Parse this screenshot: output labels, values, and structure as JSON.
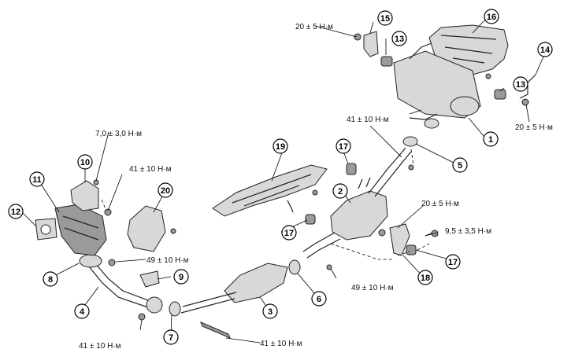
{
  "torque_labels": {
    "t_muffler_top": "20 ± 5 Н·м",
    "t_muffler_right": "20 ± 5 Н·м",
    "t_center_pipe_top": "41 ± 10 Н·м",
    "t_heat_shield_bolt": "7,0 ± 3,0 Н·м",
    "t_manifold_nut": "41 ± 10 Н·м",
    "t_front_pipe_bracket": "20 ± 5 Н·м",
    "t_sensor": "9,5 ± 3,5 Н·м",
    "t_flange_front": "49 ± 10 Н·м",
    "t_flange_rear": "49 ± 10 Н·м",
    "t_front_pipe_lower": "41 ± 10 Н·м",
    "t_cat_bolt": "41 ± 10 Н·м"
  },
  "callouts": [
    {
      "id": "c1",
      "label": "1"
    },
    {
      "id": "c2",
      "label": "2"
    },
    {
      "id": "c3",
      "label": "3"
    },
    {
      "id": "c4",
      "label": "4"
    },
    {
      "id": "c5",
      "label": "5"
    },
    {
      "id": "c6",
      "label": "6"
    },
    {
      "id": "c7",
      "label": "7"
    },
    {
      "id": "c8",
      "label": "8"
    },
    {
      "id": "c9",
      "label": "9"
    },
    {
      "id": "c10",
      "label": "10"
    },
    {
      "id": "c11",
      "label": "11"
    },
    {
      "id": "c12",
      "label": "12"
    },
    {
      "id": "c13a",
      "label": "13"
    },
    {
      "id": "c13b",
      "label": "13"
    },
    {
      "id": "c14",
      "label": "14"
    },
    {
      "id": "c15",
      "label": "15"
    },
    {
      "id": "c16",
      "label": "16"
    },
    {
      "id": "c17a",
      "label": "17"
    },
    {
      "id": "c17b",
      "label": "17"
    },
    {
      "id": "c17c",
      "label": "17"
    },
    {
      "id": "c18",
      "label": "18"
    },
    {
      "id": "c19",
      "label": "19"
    },
    {
      "id": "c20",
      "label": "20"
    }
  ]
}
